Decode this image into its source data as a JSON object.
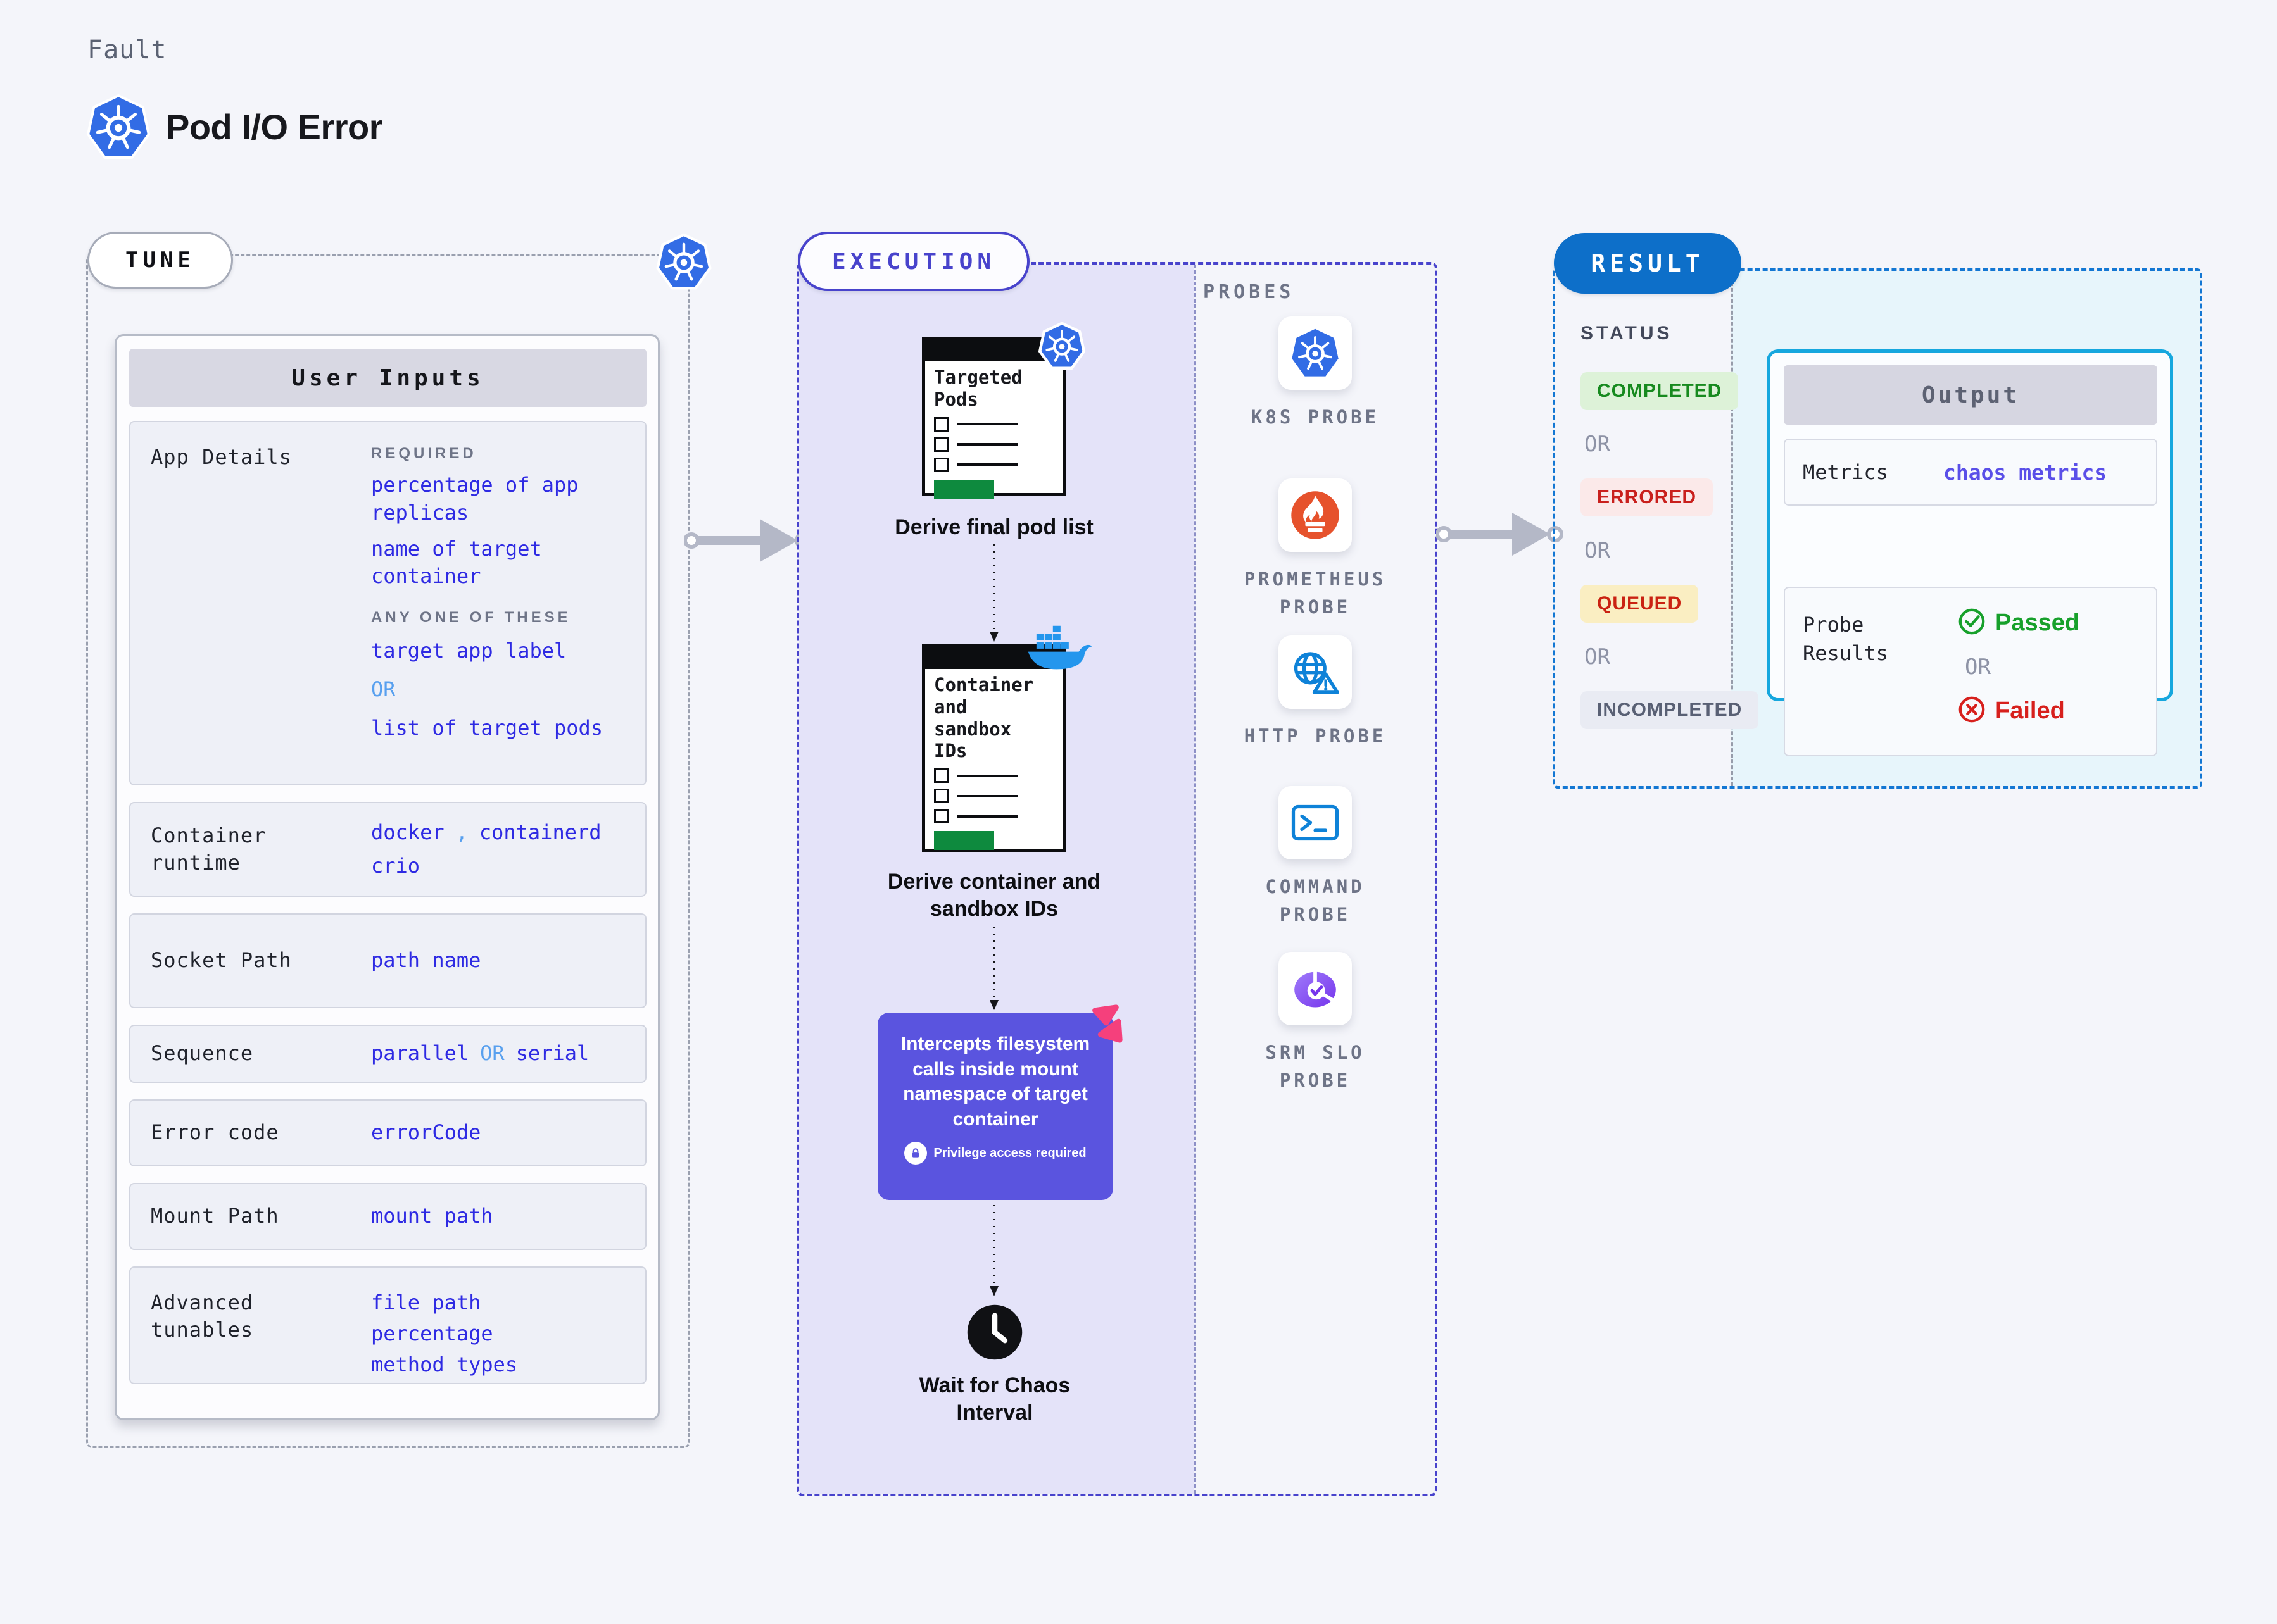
{
  "colors": {
    "page-bg": "#f4f5fa",
    "ink": "#17181d",
    "eyebrow-gray": "#5b6273",
    "gray-label": "#6e7487",
    "gray-or": "#8e93a6",
    "value-blue": "#2e2ae3",
    "accent-light-blue": "#58a0ef",
    "indigo": "#4843cc",
    "tune-border": "#9aa0af",
    "exec-bg": "#e4e3f9",
    "purple-box": "#5a54df",
    "pink": "#f5407c",
    "k8s-blue": "#326ce5",
    "docker-blue": "#2496ed",
    "prometheus-orange": "#e6522c",
    "probe-blue": "#0e82d8",
    "srm-purple": "#7c3aed",
    "green-bar": "#0e8a3e",
    "result-blue": "#0d6fc9",
    "result-border": "#1377d3",
    "cyan-border": "#16a7de",
    "cyan-bg": "#e7f5fb",
    "success-text": "#178a1f",
    "success-bg": "#ddf2d8",
    "danger-text": "#c9201d",
    "danger-bg": "#fbe9e9",
    "warning-text": "#ca2212",
    "warning-bg": "#faeec2",
    "neutral-text": "#596074",
    "neutral-bg": "#e9ebf3",
    "passed-green": "#17a02b",
    "failed-red": "#d7201d",
    "metrics-blue": "#5a4fe8"
  },
  "header": {
    "eyebrow": "Fault",
    "title": "Pod I/O Error",
    "icon": "kubernetes-icon"
  },
  "tune": {
    "label": "TUNE",
    "panel_title": "User Inputs",
    "rows": [
      {
        "label": "App Details"
      },
      {
        "label": "Container runtime"
      },
      {
        "label": "Socket Path"
      },
      {
        "label": "Sequence"
      },
      {
        "label": "Error code"
      },
      {
        "label": "Mount Path"
      },
      {
        "label": "Advanced tunables"
      }
    ],
    "app_details": {
      "caption_required": "REQUIRED",
      "required_values": [
        "percentage of app replicas",
        "name of target container"
      ],
      "caption_any": "ANY ONE OF THESE",
      "any_values": [
        "target app label",
        "list of target pods"
      ],
      "or": "OR"
    },
    "container_runtime": {
      "v1": "docker",
      "comma": ",",
      "v2": "containerd",
      "v3": "crio"
    },
    "socket_path": {
      "value": "path name"
    },
    "sequence": {
      "v1": "parallel",
      "or": "OR",
      "v2": "serial"
    },
    "error_code": {
      "value": "errorCode"
    },
    "mount_path": {
      "value": "mount path"
    },
    "advanced_tunables": {
      "values": [
        "file path",
        "percentage",
        "method types"
      ]
    }
  },
  "execution": {
    "label": "EXECUTION",
    "steps": {
      "pod_list": {
        "card_title": "Targeted Pods",
        "caption": "Derive final pod list",
        "icon": "kubernetes-icon"
      },
      "container_ids": {
        "card_title": "Container and sandbox IDs",
        "caption": "Derive container and sandbox IDs",
        "icon": "docker-icon"
      },
      "intercept": {
        "text": "Intercepts filesystem calls inside mount namespace of target container",
        "note": "Privilege access required",
        "icons": [
          "chaos-arrows-icon",
          "lock-icon"
        ]
      },
      "wait": {
        "caption": "Wait for Chaos Interval",
        "icon": "clock-icon"
      }
    }
  },
  "probes": {
    "title": "PROBES",
    "items": [
      {
        "label": "K8S PROBE",
        "icon": "kubernetes-icon"
      },
      {
        "label": "PROMETHEUS PROBE",
        "icon": "prometheus-icon"
      },
      {
        "label": "HTTP PROBE",
        "icon": "globe-warning-icon"
      },
      {
        "label": "COMMAND PROBE",
        "icon": "terminal-icon"
      },
      {
        "label": "SRM SLO PROBE",
        "icon": "pie-check-icon"
      }
    ]
  },
  "result": {
    "label": "RESULT",
    "status": {
      "title": "STATUS",
      "items": [
        {
          "text": "COMPLETED",
          "type": "success"
        },
        {
          "text": "OR",
          "type": "or"
        },
        {
          "text": "ERRORED",
          "type": "danger"
        },
        {
          "text": "OR",
          "type": "or"
        },
        {
          "text": "QUEUED",
          "type": "warning"
        },
        {
          "text": "OR",
          "type": "or"
        },
        {
          "text": "INCOMPLETED",
          "type": "neutral"
        }
      ]
    },
    "output": {
      "title": "Output",
      "metrics_label": "Metrics",
      "metrics_value": "chaos metrics",
      "probe_results_label": "Probe Results",
      "passed": "Passed",
      "passed_icon": "check-circle-icon",
      "or": "OR",
      "failed": "Failed",
      "failed_icon": "x-circle-icon"
    }
  }
}
